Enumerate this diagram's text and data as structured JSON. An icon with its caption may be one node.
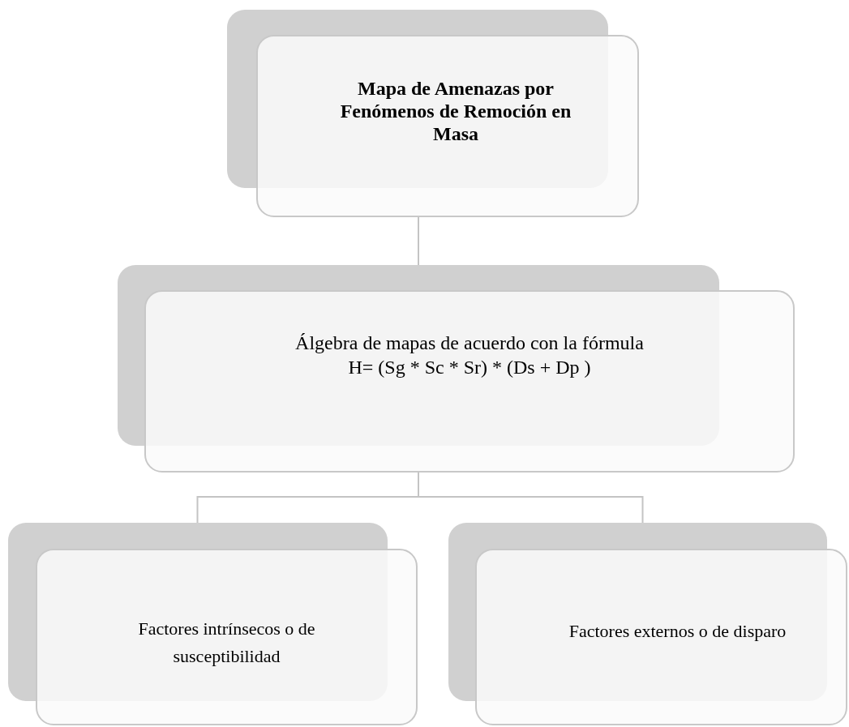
{
  "diagram": {
    "nodes": [
      {
        "text": [
          "Mapa de Amenazas por Fenómenos de Remoción en Masa"
        ]
      },
      {
        "text": [
          "Álgebra de mapas de acuerdo con la fórmula",
          "H= (Sg * Sc * Sr) * (Ds + Dp )"
        ]
      },
      {
        "text": [
          "Factores intrínsecos o de susceptibilidad"
        ]
      },
      {
        "text": [
          "Factores externos o de disparo"
        ]
      }
    ],
    "edges": [
      {
        "from": 0,
        "to": 1,
        "arrow": "none"
      },
      {
        "from": 1,
        "to": 2,
        "arrow": "none"
      },
      {
        "from": 1,
        "to": 3,
        "arrow": "none"
      }
    ]
  }
}
